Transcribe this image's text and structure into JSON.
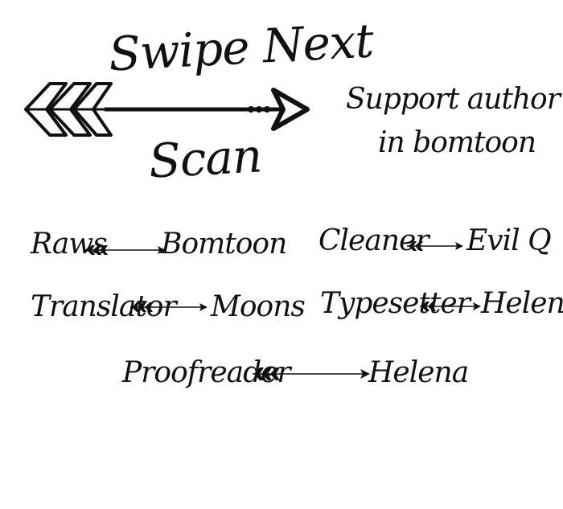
{
  "header": {
    "title_top": "Swipe Next",
    "title_bottom": "Scan",
    "support_line1": "Support author",
    "support_line2": "in bomtoon"
  },
  "credits": [
    {
      "role": "Raws",
      "name": "Bomtoon"
    },
    {
      "role": "Cleaner",
      "name": "Evil Q"
    },
    {
      "role": "Translator",
      "name": "Moons"
    },
    {
      "role": "Typesetter",
      "name": "Helena"
    },
    {
      "role": "Proofreader",
      "name": "Helena"
    }
  ]
}
